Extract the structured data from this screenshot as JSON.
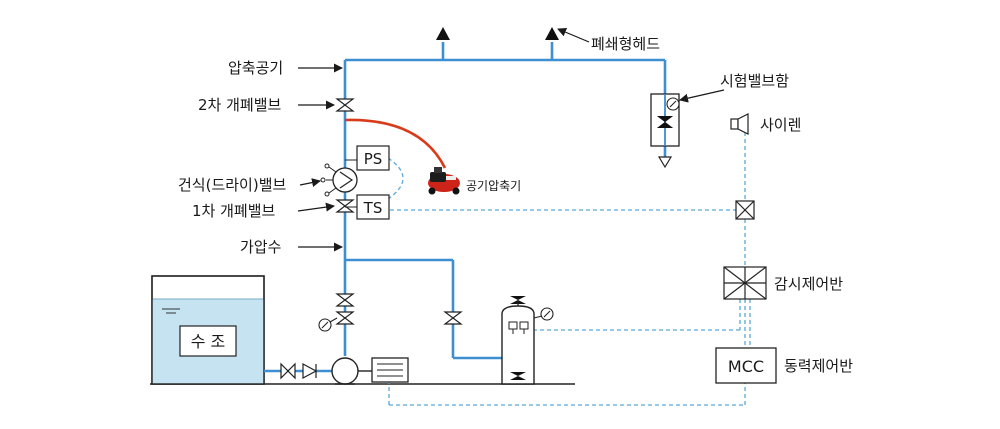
{
  "labels": {
    "compressed_air": "압축공기",
    "secondary_valve": "2차 개폐밸브",
    "dry_valve": "건식(드라이)밸브",
    "primary_valve": "1차 개폐밸브",
    "pressurized_water": "가압수",
    "closed_head": "폐쇄형헤드",
    "test_valve_box": "시험밸브함",
    "siren": "사이렌",
    "air_compressor": "공기압축기",
    "monitoring_panel": "감시제어반",
    "power_panel": "동력제어반",
    "water_tank": "수 조",
    "ps": "PS",
    "ts": "TS",
    "mcc": "MCC"
  },
  "colors": {
    "pipe": "#3d8fd1",
    "signal_dashed": "#5aa9d6",
    "air_hose": "#d93a1a",
    "tank_water": "#c5e3f0",
    "ink": "#1a1a1a"
  },
  "icons": [
    "gate-valve-icon",
    "check-valve-icon",
    "pressure-gauge-icon",
    "pump-icon",
    "motor-icon",
    "sprinkler-head-icon",
    "siren-icon",
    "junction-box-icon",
    "air-compressor-icon"
  ]
}
